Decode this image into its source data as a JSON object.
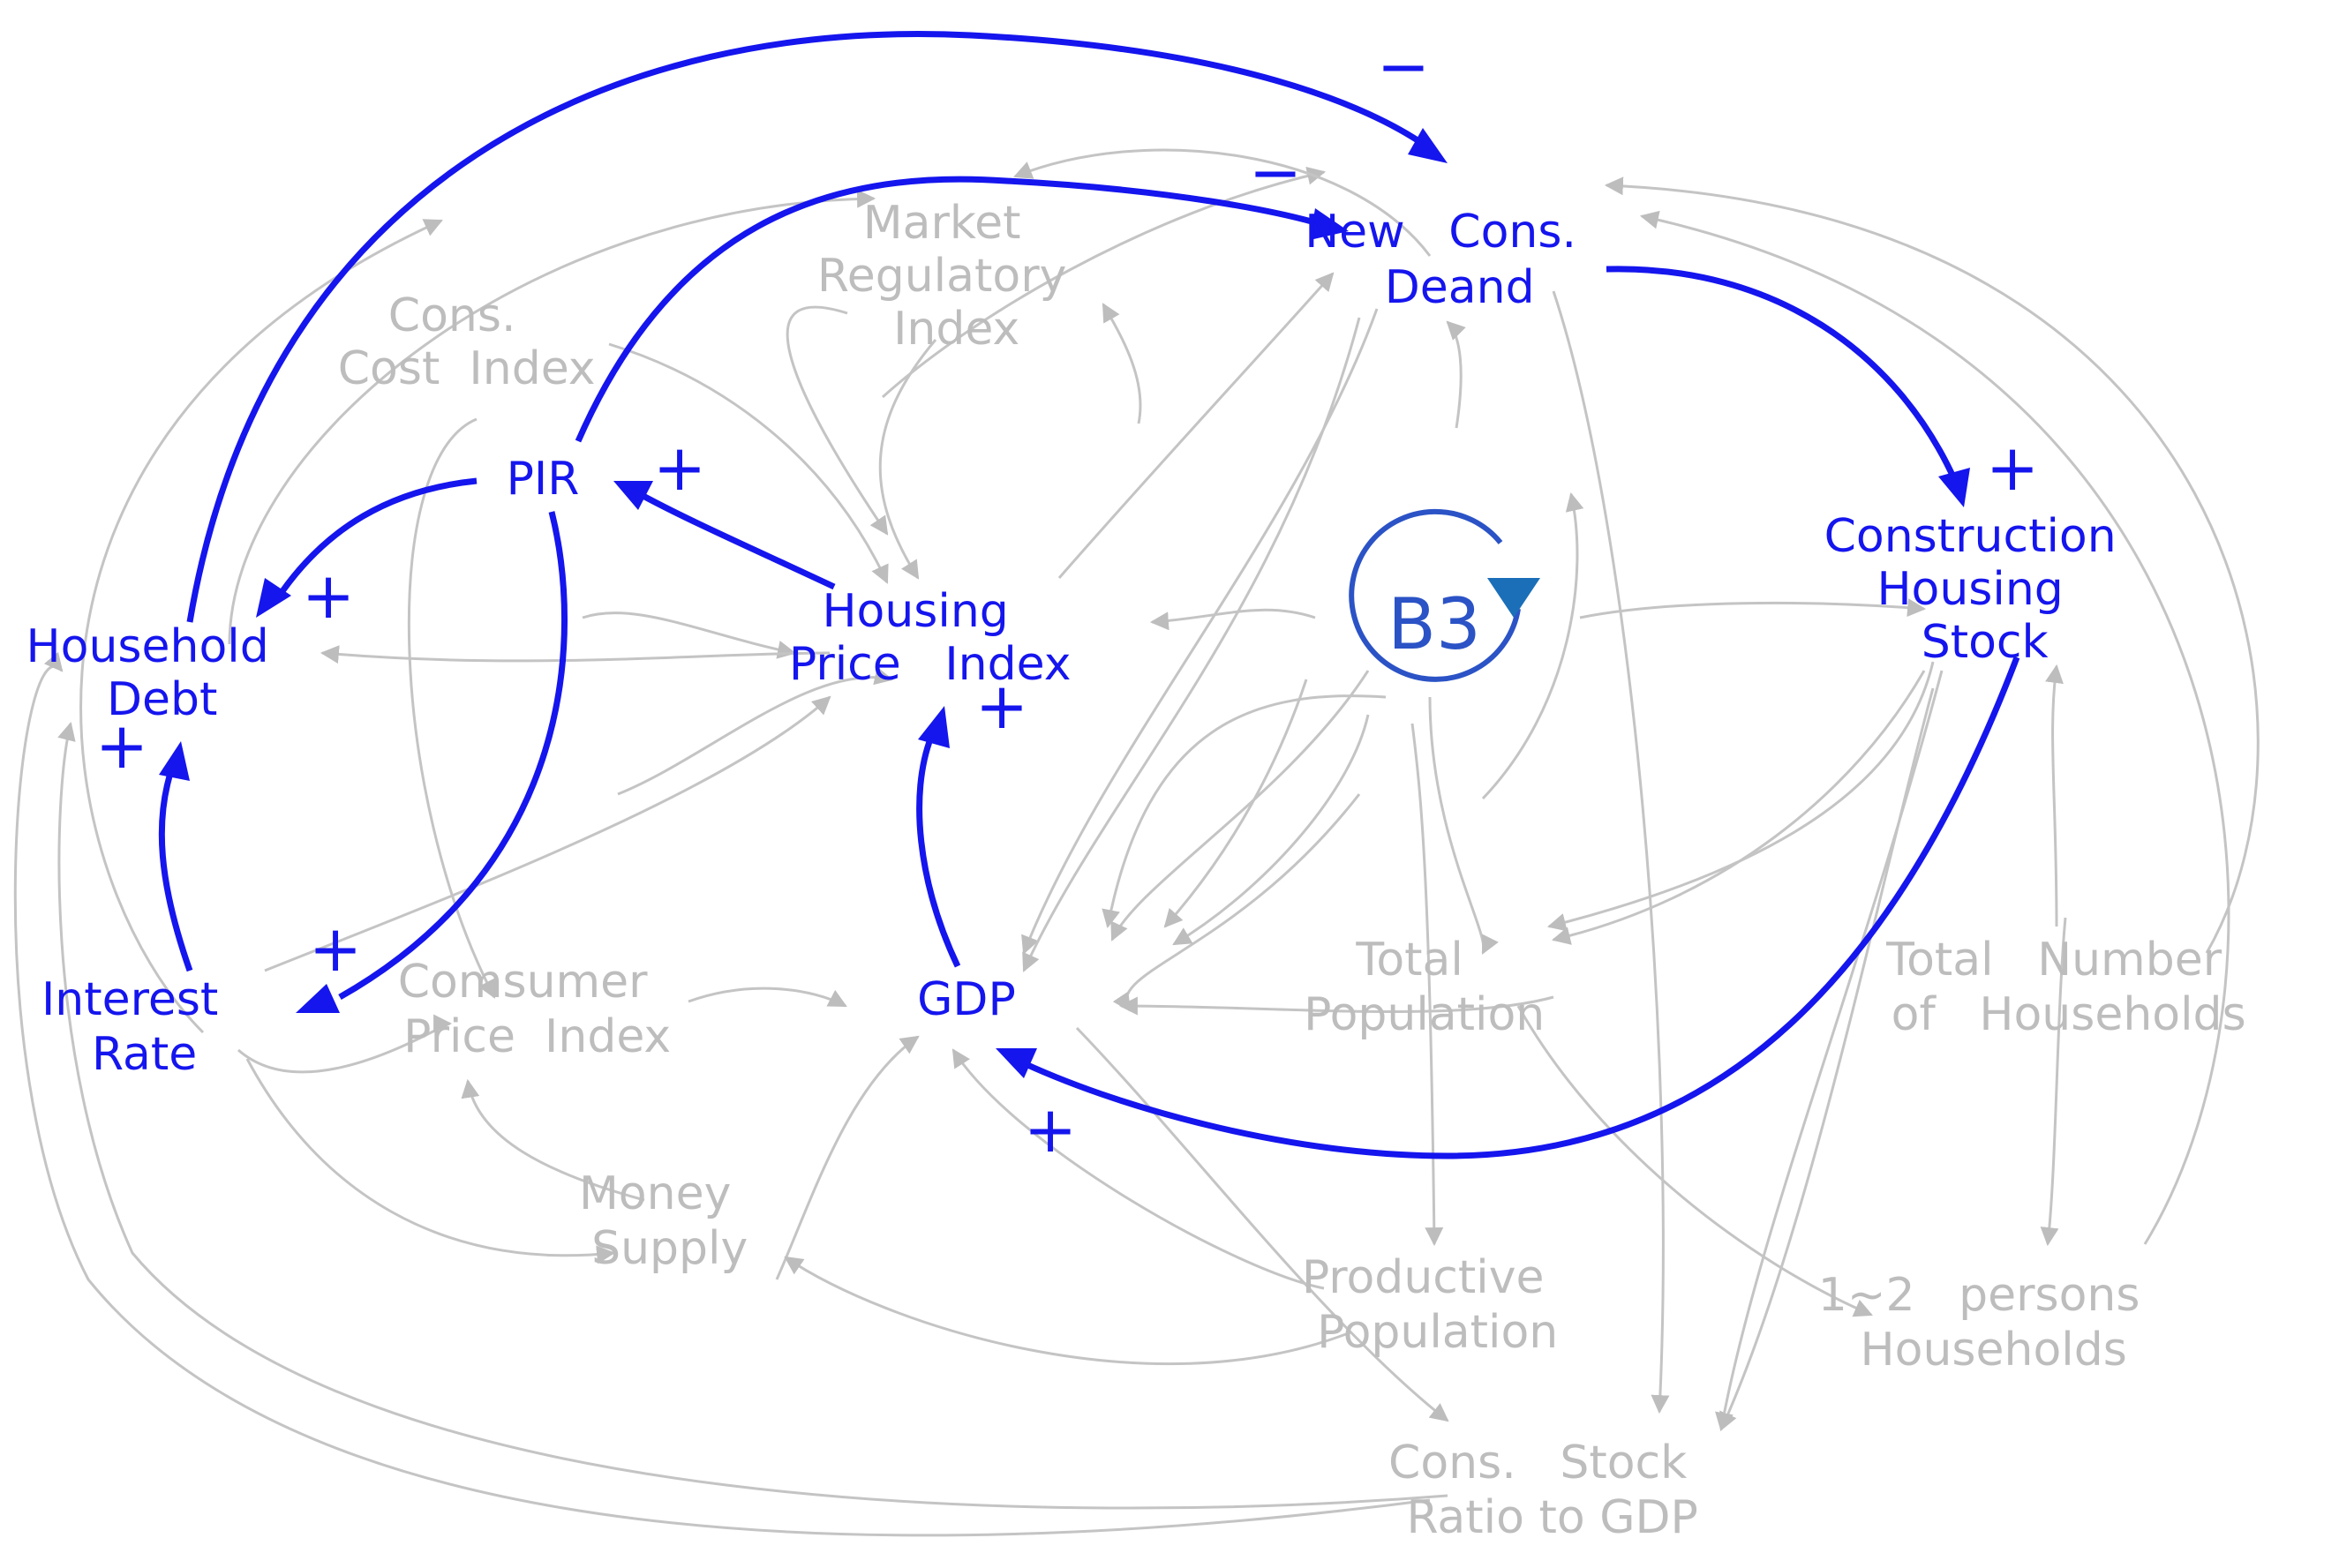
{
  "nodes": {
    "new_cons_demand": [
      "New   Cons.",
      "Deand"
    ],
    "construction_housing_stock": [
      "Construction",
      "Housing",
      "Stock"
    ],
    "pir": [
      "PIR"
    ],
    "household_debt": [
      "Household",
      "Debt"
    ],
    "housing_price_index": [
      "Housing",
      "Price   Index"
    ],
    "interest_rate": [
      "Interest",
      "Rate"
    ],
    "gdp": [
      "GDP"
    ],
    "market_regulatory_index": [
      "Market",
      "Regulatory",
      "Index"
    ],
    "cons_cost_index": [
      "Cons.",
      "Cost  Index"
    ],
    "consumer_price_index": [
      "Comsumer",
      "Price  Index"
    ],
    "money_supply": [
      "Money",
      "Supply"
    ],
    "total_population": [
      "Total",
      "Population"
    ],
    "total_number_households": [
      "Total   Number",
      "of   Households"
    ],
    "productive_population": [
      "Productive",
      "Population"
    ],
    "one_two_person_households": [
      "1~2   persons",
      "Households"
    ],
    "cons_stock_ratio_gdp": [
      "Cons.   Stock",
      "Ratio to GDP"
    ]
  },
  "loop": {
    "label": "B3"
  },
  "polarities": {
    "debt_to_demand": "−",
    "pir_to_demand": "−",
    "demand_to_stock": "+",
    "hpi_to_pir": "+",
    "pir_to_debt": "+",
    "rate_to_debt": "+",
    "pir_to_rate": "+",
    "gdp_to_hpi": "+",
    "stock_to_gdp": "+"
  },
  "colors": {
    "loop_variables": "#1515ee",
    "other_variables": "#bdbdbd",
    "loop_marker": "#2b53c6"
  }
}
